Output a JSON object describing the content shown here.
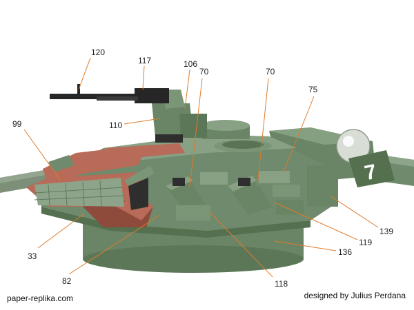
{
  "colors": {
    "hull": "#6f8a6c",
    "hull_light": "#8ea48a",
    "hull_dark": "#55704f",
    "era_red": "#b76b58",
    "era_red_dark": "#8e4a3b",
    "leader": "#e07a2a",
    "gun": "#262626",
    "barrel": "#3a3a3a"
  },
  "labels": {
    "l120": "120",
    "l117": "117",
    "l106": "106",
    "l70a": "70",
    "l70b": "70",
    "l75": "75",
    "l99": "99",
    "l110": "110",
    "l139": "139",
    "l119": "119",
    "l136": "136",
    "l33": "33",
    "l82": "82",
    "l118": "118"
  },
  "turret_number": "7",
  "credits": {
    "site": "paper-replika.com",
    "designer": "designed by Julius Perdana"
  }
}
